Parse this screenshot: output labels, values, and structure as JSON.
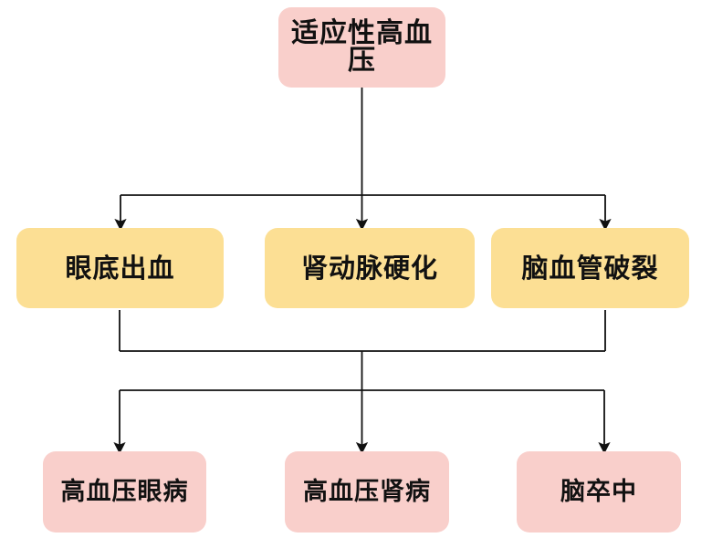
{
  "diagram": {
    "title_text": "",
    "palette": {
      "pink": "#F9CFCB",
      "yellow": "#FCDF94",
      "connector": "#111111",
      "background": "#FFFFFF",
      "text": "#111111"
    },
    "levels": [
      {
        "level": 1,
        "name": "cause",
        "nodes": [
          {
            "id": "root",
            "label": "适应性高血压",
            "color": "pink"
          }
        ]
      },
      {
        "level": 2,
        "name": "acute-damage",
        "nodes": [
          {
            "id": "fundus",
            "label": "眼底出血",
            "color": "yellow"
          },
          {
            "id": "renal",
            "label": "肾动脉硬化",
            "color": "yellow"
          },
          {
            "id": "cerebral",
            "label": "脑血管破裂",
            "color": "yellow"
          }
        ]
      },
      {
        "level": 3,
        "name": "disease-outcome",
        "nodes": [
          {
            "id": "eye",
            "label": "高血压眼病",
            "color": "pink"
          },
          {
            "id": "kidney",
            "label": "高血压肾病",
            "color": "pink"
          },
          {
            "id": "stroke",
            "label": "脑卒中",
            "color": "pink"
          }
        ]
      }
    ],
    "edges": [
      {
        "from": "root",
        "to": "fundus",
        "style": "orthogonal-arrow"
      },
      {
        "from": "root",
        "to": "renal",
        "style": "orthogonal-arrow"
      },
      {
        "from": "root",
        "to": "cerebral",
        "style": "orthogonal-arrow"
      },
      {
        "from": "fundus",
        "to": "eye",
        "style": "merge-then-fan-arrow"
      },
      {
        "from": "fundus",
        "to": "kidney",
        "style": "merge-then-fan-arrow"
      },
      {
        "from": "fundus",
        "to": "stroke",
        "style": "merge-then-fan-arrow"
      },
      {
        "from": "cerebral",
        "to": "eye",
        "style": "merge-then-fan-arrow"
      },
      {
        "from": "cerebral",
        "to": "kidney",
        "style": "merge-then-fan-arrow"
      },
      {
        "from": "cerebral",
        "to": "stroke",
        "style": "merge-then-fan-arrow"
      }
    ]
  }
}
